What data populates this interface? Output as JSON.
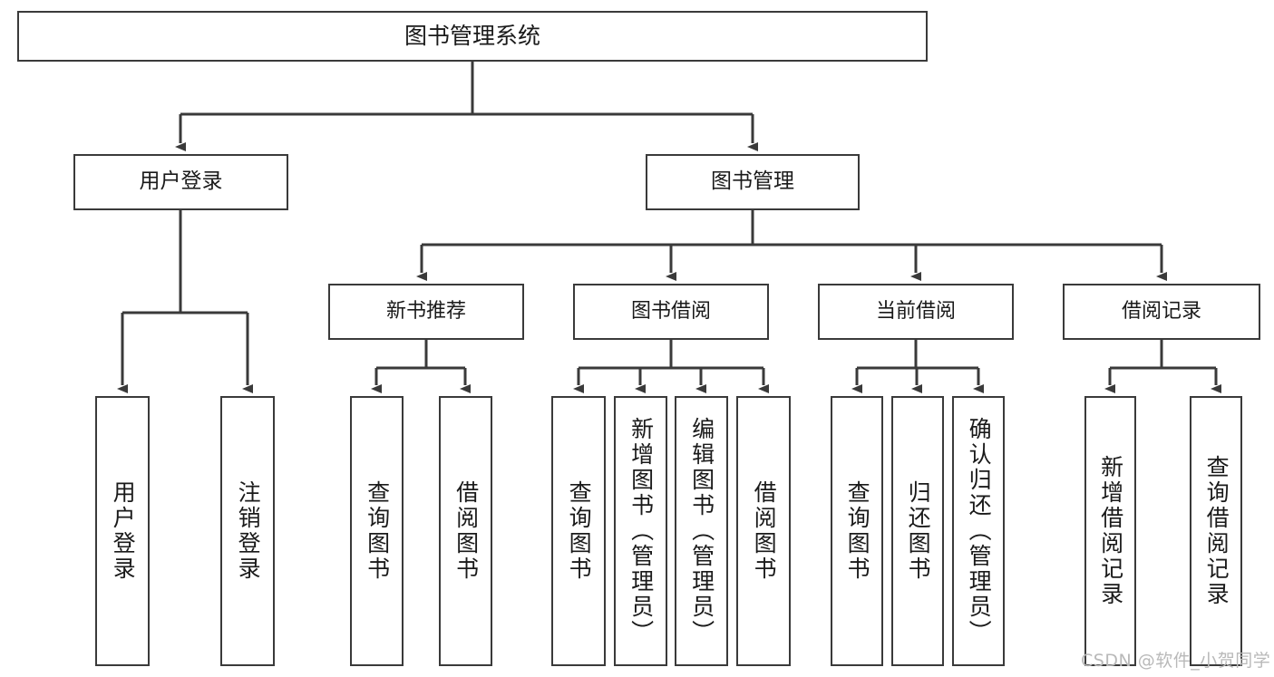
{
  "diagram": {
    "title": "图书管理系统",
    "type": "tree-hierarchy",
    "watermark": "CSDN @软件_小贺同学",
    "colors": {
      "stroke": "#3a3a3a",
      "text": "#1a1a1a",
      "background": "#ffffff",
      "watermark": "#b9b9b9"
    }
  },
  "nodes": {
    "root": {
      "label": "图书管理系统"
    },
    "level1": [
      {
        "label": "用户登录"
      },
      {
        "label": "图书管理"
      }
    ],
    "level2": [
      {
        "label": "新书推荐"
      },
      {
        "label": "图书借阅"
      },
      {
        "label": "当前借阅"
      },
      {
        "label": "借阅记录"
      }
    ],
    "leaves": {
      "user_login": [
        {
          "label": "用户登录"
        },
        {
          "label": "注销登录"
        }
      ],
      "new_book_recommend": [
        {
          "label": "查询图书"
        },
        {
          "label": "借阅图书"
        }
      ],
      "book_borrow": [
        {
          "label": "查询图书"
        },
        {
          "label": "新增图书（管理员）"
        },
        {
          "label": "编辑图书（管理员）"
        },
        {
          "label": "借阅图书"
        }
      ],
      "current_borrow": [
        {
          "label": "查询图书"
        },
        {
          "label": "归还图书"
        },
        {
          "label": "确认归还（管理员）"
        }
      ],
      "borrow_record": [
        {
          "label": "新增借阅记录"
        },
        {
          "label": "查询借阅记录"
        }
      ]
    }
  }
}
